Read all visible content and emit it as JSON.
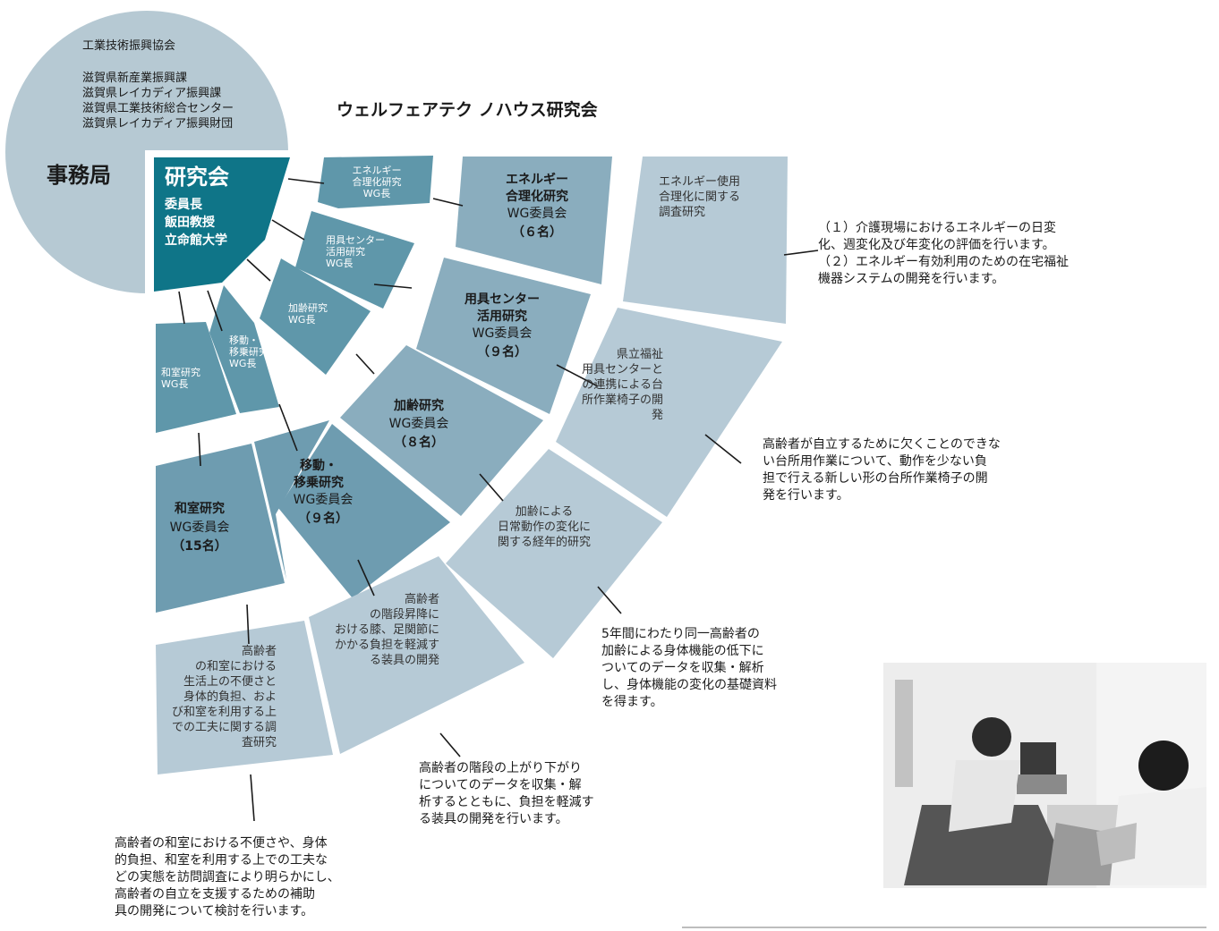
{
  "title": "ウェルフェアテク ノハウス研究会",
  "secretariat": {
    "label": "事務局",
    "members": [
      "工業技術振興協会",
      "滋賀県新産業振興課",
      "滋賀県レイカディア振興課",
      "滋賀県工業技術総合センター",
      "滋賀県レイカディア振興財団"
    ]
  },
  "council": {
    "label": "研究会",
    "chair": [
      "委員長",
      "飯田教授",
      "立命館大学"
    ]
  },
  "leaders": [
    "エネルギー\n合理化研究\nWG長",
    "用具センター\n活用研究\nWG長",
    "加齢研究\nWG長",
    "移動・\n移乗研究\nWG長",
    "和室研究\nWG長"
  ],
  "committees": [
    {
      "name": "エネルギー\n合理化研究",
      "wg": "WG委員会",
      "count": "（６名）"
    },
    {
      "name": "用具センター\n活用研究",
      "wg": "WG委員会",
      "count": "（９名）"
    },
    {
      "name": "加齢研究",
      "wg": "WG委員会",
      "count": "（８名）"
    },
    {
      "name": "移動・\n移乗研究",
      "wg": "WG委員会",
      "count": "（９名）"
    },
    {
      "name": "和室研究",
      "wg": "WG委員会",
      "count": "（15名）"
    }
  ],
  "themes": [
    "エネルギー使用\n合理化に関する\n調査研究",
    "県立福祉\n用具センターと\nの連携による台\n所作業椅子の開\n発",
    "加齢による\n日常動作の変化に\n関する経年的研究",
    "高齢者\nの階段昇降に\nおける膝、足関節に\nかかる負担を軽減す\nる装具の開発",
    "高齢者\nの和室における\n生活上の不便さと\n身体的負担、およ\nび和室を利用する上\nでの工夫に関する調\n査研究"
  ],
  "notes": [
    "（１）介護現場におけるエネルギーの日変\n化、週変化及び年変化の評価を行います。\n（２）エネルギー有効利用のための在宅福祉\n機器システムの開発を行います。",
    "高齢者が自立するために欠くことのできな\nい台所用作業について、動作を少ない負\n担で行える新しい形の台所作業椅子の開\n発を行います。",
    "5年間にわたり同一高齢者の\n加齢による身体機能の低下に\nついてのデータを収集・解析\nし、身体機能の変化の基礎資料\nを得ます。",
    "高齢者の階段の上がり下がり\nについてのデータを収集・解\n析するとともに、負担を軽減す\nる装具の開発を行います。",
    "高齢者の和室における不便さや、身体\n的負担、和室を利用する上での工夫な\nどの実態を訪問調査により明らかにし、\n高齢者の自立を支援するための補助\n具の開発について検討を行います。"
  ],
  "colors": {
    "secretariat": "#b6c9d3",
    "council": "#0f7588",
    "leader": "#5f97aa",
    "committee": "#8aadbe",
    "theme": "#b6cad6"
  }
}
